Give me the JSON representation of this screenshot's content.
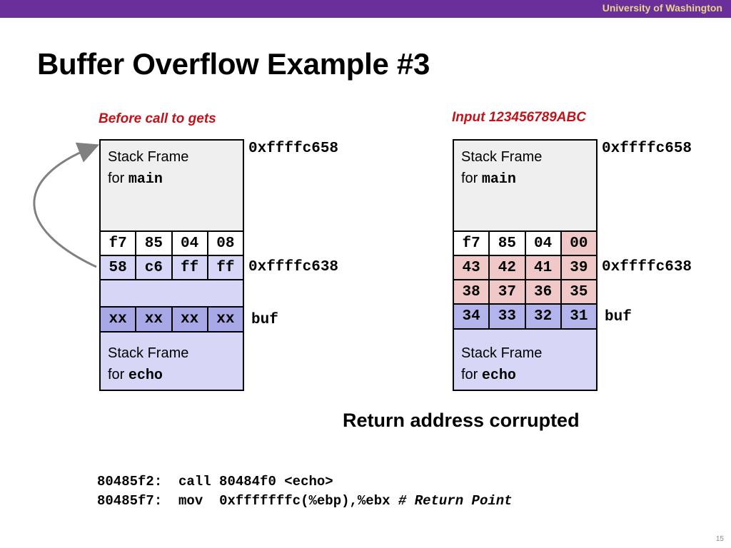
{
  "header": {
    "university": "University of Washington"
  },
  "title": "Buffer Overflow Example #3",
  "left": {
    "caption": "Before call to gets",
    "main_frame": {
      "line1": "Stack Frame",
      "line2_prefix": "for ",
      "line2_code": "main"
    },
    "rows": [
      [
        "f7",
        "85",
        "04",
        "08"
      ],
      [
        "58",
        "c6",
        "ff",
        "ff"
      ],
      [
        "xx",
        "xx",
        "xx",
        "xx"
      ]
    ],
    "echo_frame": {
      "line1": "Stack Frame",
      "line2_prefix": "for ",
      "line2_code": "echo"
    },
    "addr_top": "0xffffc658",
    "addr_mid": "0xffffc638",
    "buf_label": "buf"
  },
  "right": {
    "caption": "Input 123456789ABC",
    "main_frame": {
      "line1": "Stack Frame",
      "line2_prefix": "for ",
      "line2_code": "main"
    },
    "rows": [
      [
        "f7",
        "85",
        "04",
        "00"
      ],
      [
        "43",
        "42",
        "41",
        "39"
      ],
      [
        "38",
        "37",
        "36",
        "35"
      ],
      [
        "34",
        "33",
        "32",
        "31"
      ]
    ],
    "echo_frame": {
      "line1": "Stack Frame",
      "line2_prefix": "for ",
      "line2_code": "echo"
    },
    "addr_top": "0xffffc658",
    "addr_mid": "0xffffc638",
    "buf_label": "buf"
  },
  "note": "Return address corrupted",
  "code": [
    {
      "addr": "80485f2:",
      "instr": "call",
      "args": "80484f0 <echo>",
      "comment": ""
    },
    {
      "addr": "80485f7:",
      "instr": "mov",
      "args": "0xfffffffc(%ebp),%ebx",
      "comment": "# Return Point"
    }
  ],
  "page_number": "15",
  "colors": {
    "topbar": "#6a2f9b",
    "university_text": "#e8d48a",
    "caption": "#c0141b",
    "main_frame": "#efefef",
    "echo_frame": "#d6d6f6",
    "corrupted_byte": "#f0c8c8",
    "buf_byte": "#a8a8e6"
  }
}
